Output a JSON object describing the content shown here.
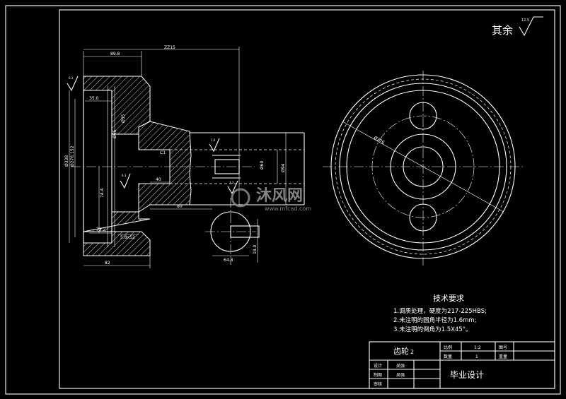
{
  "sheet": {
    "roughness_note": "其余",
    "roughness_value": "12.5",
    "watermark": "沐风网",
    "watermark_url": "www.mfcad.com"
  },
  "section_view": {
    "dim_top_long": "ZZ15",
    "dim_top_short": "89.8",
    "dim_hub_step": "35.0",
    "dim_bottom": "82",
    "dim_bore": "40",
    "dim_shaft_len": "80",
    "dim_74": "74.4",
    "dim_73": "73.2",
    "dim_chamfer": "5.8x52",
    "dim_left_outer": "Ø338",
    "dim_left_inner": "Ø276.152",
    "dim_small_1": "Ø55",
    "dim_small_2": "Ø65",
    "dim_c_label": "C1",
    "dim_keyway": "Ø60",
    "dim_right": "Ø94",
    "dim_key_depth": "18.0",
    "dim_key_width": "64.8",
    "roughness_marks": [
      "6.3",
      "6.3",
      "1.6",
      "3.2"
    ]
  },
  "front_view": {
    "dim_diameter": "Ø276"
  },
  "tech_requirements": {
    "title": "技术要求",
    "items": [
      "1.调质处理，硬度为217-225HBS;",
      "2.未注明的圆角半径为1.6mm;",
      "3.未注明的倒角为1.5X45°。"
    ]
  },
  "title_block": {
    "part_name": "齿轮",
    "part_suffix": "2",
    "ratio_label": "比例",
    "ratio_value": "1:2",
    "drawing_no_label": "图号",
    "qty_label": "数量",
    "qty_value": "1",
    "weight_label": "重量",
    "designer_label": "设计",
    "designer_name": "吴强",
    "checker_label": "制图",
    "checker_name": "吴强",
    "reviewer_label": "审核",
    "project_title": "毕业设计"
  }
}
